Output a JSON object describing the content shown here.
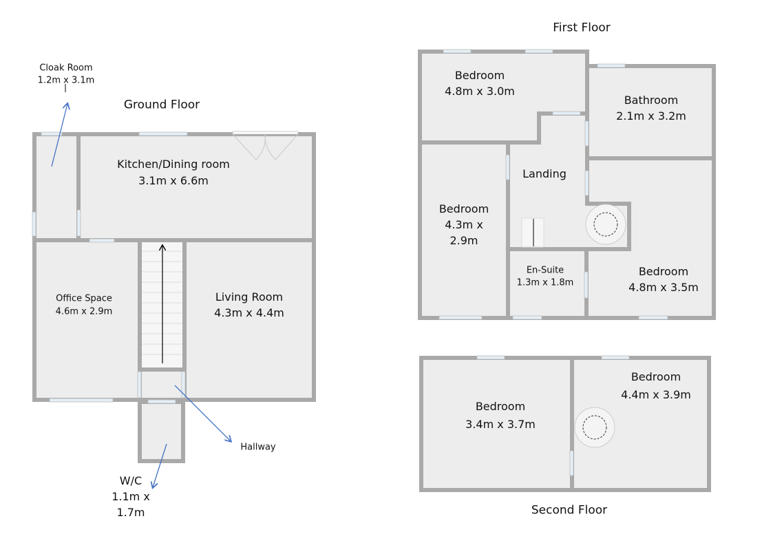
{
  "colors": {
    "wall": "#a9a9a9",
    "floor": "#ededed",
    "arrow": "#4472c4",
    "window": "#e4eef6"
  },
  "ground_floor": {
    "title": "Ground Floor",
    "rooms": [
      {
        "name": "Cloak Room",
        "size": "1.2m x 3.1m"
      },
      {
        "name": "Kitchen/Dining room",
        "size": "3.1m x 6.6m"
      },
      {
        "name": "Office Space",
        "size": "4.6m x 2.9m"
      },
      {
        "name": "Living Room",
        "size": "4.3m x 4.4m"
      },
      {
        "name": "Hallway"
      },
      {
        "name": "W/C",
        "size_line1": "1.1m x",
        "size_line2": "1.7m"
      }
    ]
  },
  "first_floor": {
    "title": "First Floor",
    "rooms": [
      {
        "name": "Bedroom",
        "size": "4.8m x 3.0m"
      },
      {
        "name": "Bathroom",
        "size": "2.1m x 3.2m"
      },
      {
        "name": "Landing"
      },
      {
        "name": "Bedroom",
        "size_line1": "4.3m x",
        "size_line2": "2.9m"
      },
      {
        "name": "En-Suite",
        "size": "1.3m x 1.8m"
      },
      {
        "name": "Bedroom",
        "size": "4.8m x 3.5m"
      }
    ]
  },
  "second_floor": {
    "title": "Second Floor",
    "rooms": [
      {
        "name": "Bedroom",
        "size": "3.4m x 3.7m"
      },
      {
        "name": "Bedroom",
        "size": "4.4m x 3.9m"
      }
    ]
  }
}
